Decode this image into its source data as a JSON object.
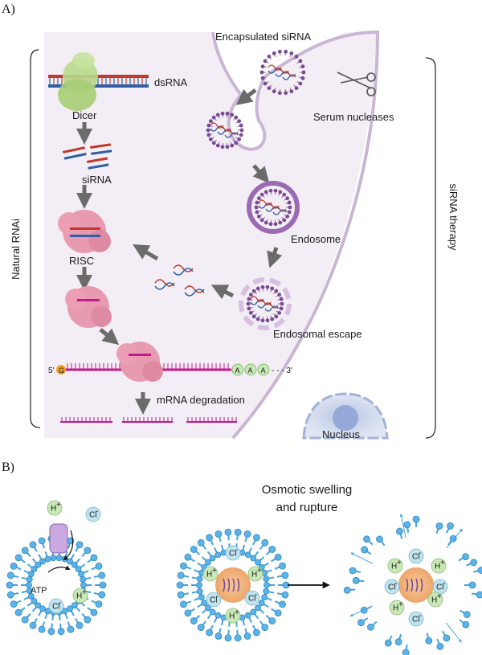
{
  "panel_a": {
    "letter": "A)",
    "encapsulated": "Encapsulated siRNA",
    "dsrna": "dsRNA",
    "dicer": "Dicer",
    "serum": "Serum nucleases",
    "sirna": "siRNA",
    "risc": "RISC",
    "endosome": "Endosome",
    "escape": "Endosomal escape",
    "natural": "Natural RNAi",
    "therapy": "siRNA therapy",
    "five_prime": "5'",
    "three_prime": "- - - 3'",
    "cap": "G",
    "poly_a": [
      "A",
      "A",
      "A"
    ],
    "mrna_deg": "mRNA degradation",
    "nucleus": "Nucleus"
  },
  "panel_b": {
    "letter": "B)",
    "title_line1": "Osmotic swelling",
    "title_line2": "and rupture",
    "atp": "ATP",
    "h": "H",
    "cl": "Cl",
    "plus": "+",
    "minus": "-"
  },
  "colors": {
    "cell_fill": "#f3eef5",
    "membrane": "#c9b6d3",
    "arrow": "#6b6b6b",
    "purple": "#7b4b94",
    "risc_pink": "#e79ab0",
    "dicer_green": "#b9d98a",
    "mrna": "#c01a8c",
    "lipid_head": "#4aa3df",
    "h_ion": "#c8e8b7",
    "cl_ion": "#bfe3ef"
  }
}
